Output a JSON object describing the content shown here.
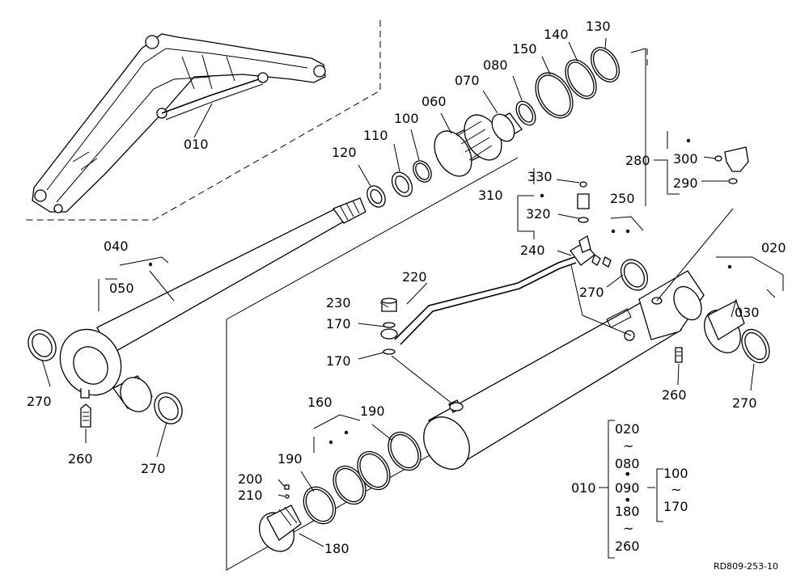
{
  "diagram": {
    "reference": "RD809-253-10",
    "labels": {
      "p010": "010",
      "p020": "020",
      "p030": "030",
      "p040": "040",
      "p050": "050",
      "p060": "060",
      "p070": "070",
      "p080": "080",
      "p100": "100",
      "p110": "110",
      "p120": "120",
      "p130": "130",
      "p140": "140",
      "p150": "150",
      "p160": "160",
      "p170a": "170",
      "p170b": "170",
      "p180": "180",
      "p190a": "190",
      "p190b": "190",
      "p200": "200",
      "p210": "210",
      "p220": "220",
      "p230": "230",
      "p240": "240",
      "p250": "250",
      "p260a": "260",
      "p260b": "260",
      "p270a": "270",
      "p270b": "270",
      "p270c": "270",
      "p270d": "270",
      "p280": "280",
      "p290": "290",
      "p300": "300",
      "p310": "310",
      "p320": "320",
      "p330": "330"
    },
    "legend": {
      "main": "010",
      "col1": [
        "020",
        "~",
        "080",
        "•",
        "090",
        "•",
        "180",
        "~",
        "260"
      ],
      "col2": [
        "100",
        "~",
        "170"
      ]
    }
  }
}
